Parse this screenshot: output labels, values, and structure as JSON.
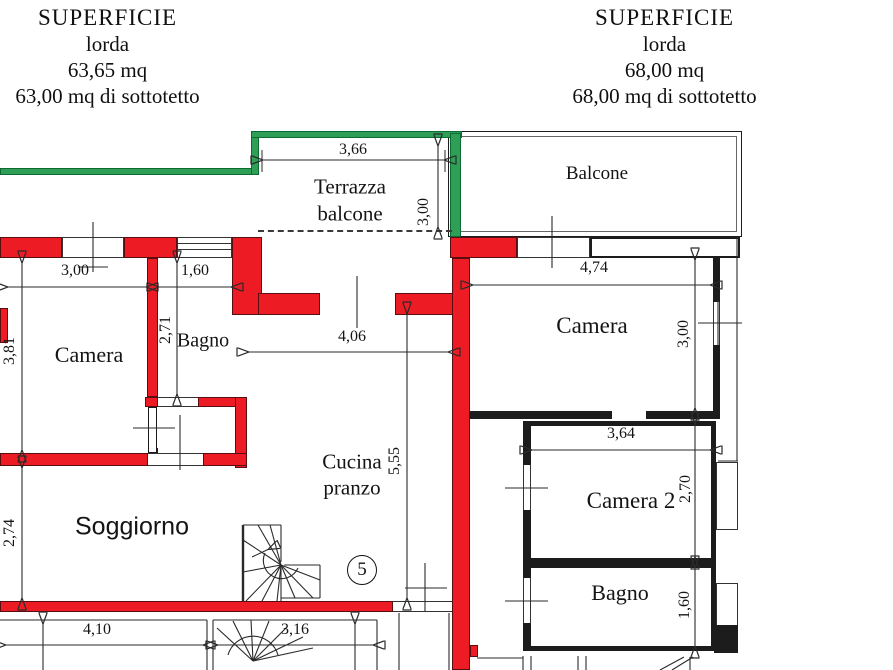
{
  "surface_left": {
    "title": "SUPERFICIE",
    "subtitle": "lorda",
    "area": "63,65 mq",
    "attic": "63,00 mq di sottotetto"
  },
  "surface_right": {
    "title": "SUPERFICIE",
    "subtitle": "lorda",
    "area": "68,00 mq",
    "attic": "68,00 mq di sottotetto"
  },
  "rooms": {
    "terrazza_line1": "Terrazza",
    "terrazza_line2": "balcone",
    "balcone": "Balcone",
    "camera_left": "Camera",
    "bagno_left": "Bagno",
    "cucina_line1": "Cucina",
    "cucina_line2": "pranzo",
    "soggiorno": "Soggiorno",
    "camera_right": "Camera",
    "camera2": "Camera 2",
    "bagno_right": "Bagno"
  },
  "dims": {
    "terrazza_width": "3,66",
    "terrazza_depth": "3,00",
    "camera_left_width": "3,00",
    "camera_left_depth": "3,81",
    "bagno_left_width": "1,60",
    "bagno_left_depth": "2,71",
    "cucina_width": "4,06",
    "cucina_depth": "5,55",
    "soggiorno_depth": "2,74",
    "bottom_left_width": "4,10",
    "bottom_mid_width": "3,16",
    "camera_right_width": "4,74",
    "camera_right_depth": "3,00",
    "camera2_width": "3,64",
    "camera2_depth": "2,70",
    "bagno_right_depth": "1,60"
  },
  "annotations": {
    "unit_number": "5"
  },
  "colors": {
    "new_wall_red": "#ed1c24",
    "balcony_green": "#2f9e57",
    "existing_wall": "#1c1c1c"
  }
}
